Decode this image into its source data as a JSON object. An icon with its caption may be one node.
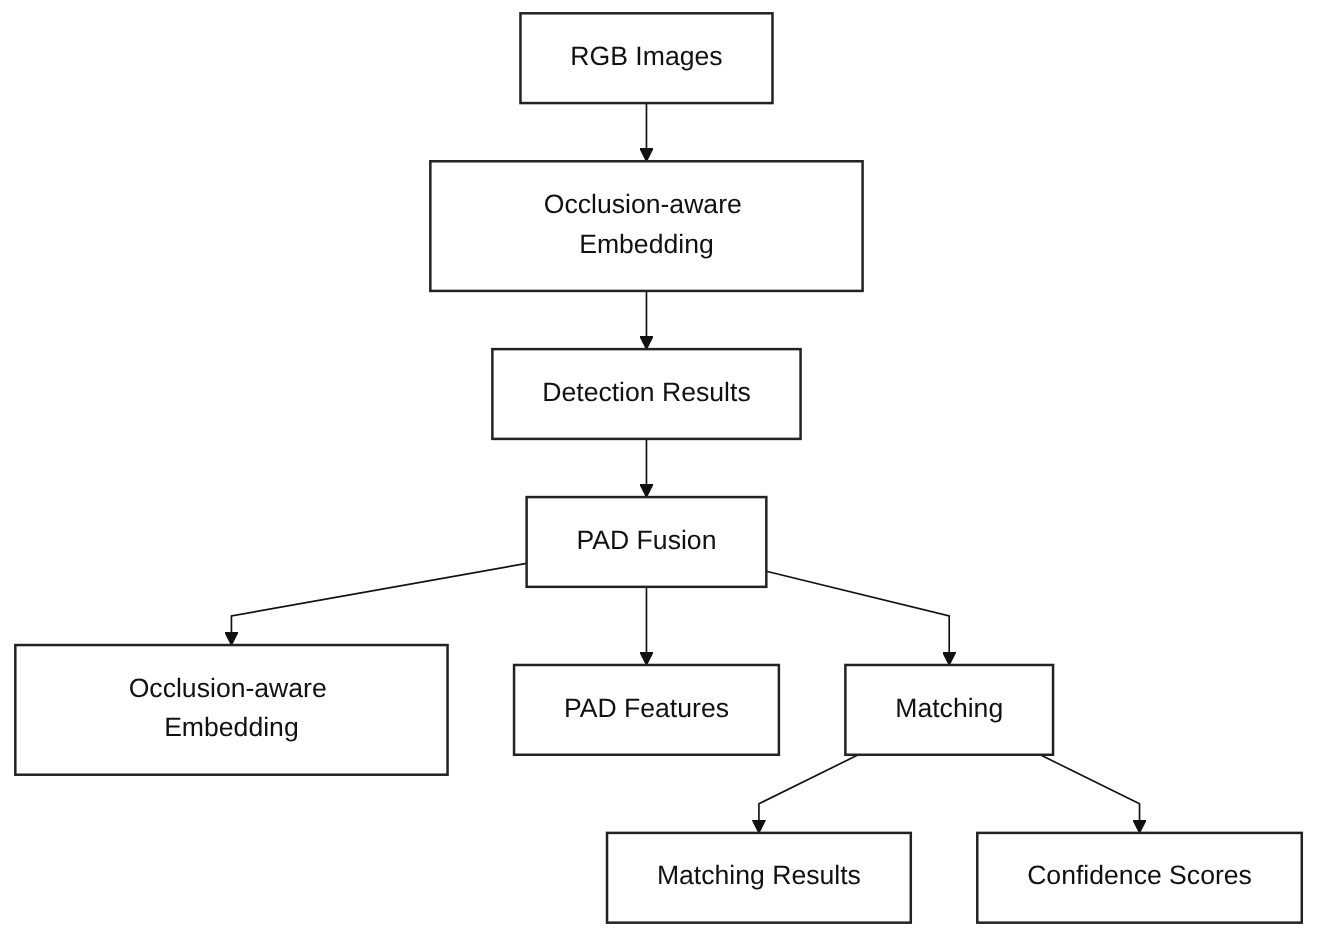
{
  "diagram": {
    "nodes": [
      {
        "text": [
          "RGB Images"
        ]
      },
      {
        "text": [
          "Occlusion-aware Embedding"
        ]
      },
      {
        "text": [
          "Detection Results"
        ]
      },
      {
        "text": [
          "PAD Fusion"
        ]
      },
      {
        "text": [
          "Occlusion-aware Embedding"
        ]
      },
      {
        "text": [
          "PAD Features"
        ]
      },
      {
        "text": [
          "Matching"
        ]
      },
      {
        "text": [
          "Matching Results"
        ]
      },
      {
        "text": [
          "Confidence Scores"
        ]
      }
    ],
    "edges": [
      {
        "from": 0,
        "to": 1,
        "arrow": "to"
      },
      {
        "from": 1,
        "to": 2,
        "arrow": "to"
      },
      {
        "from": 2,
        "to": 3,
        "arrow": "to"
      },
      {
        "from": 3,
        "to": 4,
        "arrow": "to"
      },
      {
        "from": 3,
        "to": 6,
        "arrow": "to"
      },
      {
        "from": 3,
        "to": 5,
        "arrow": "to"
      },
      {
        "from": 6,
        "to": 7,
        "arrow": "to"
      },
      {
        "from": 6,
        "to": 8,
        "arrow": "to"
      }
    ]
  }
}
